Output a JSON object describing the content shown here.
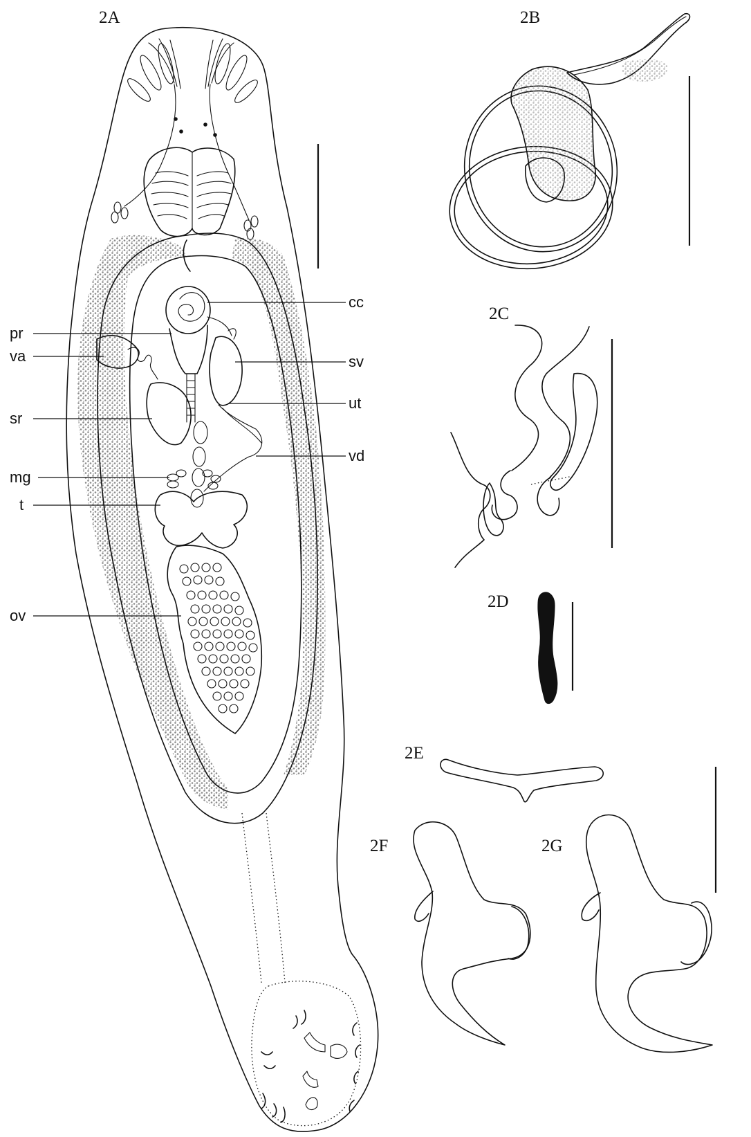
{
  "figure_labels": {
    "a": "2A",
    "b": "2B",
    "c": "2C",
    "d": "2D",
    "e": "2E",
    "f": "2F",
    "g": "2G"
  },
  "structure_labels": {
    "cc": "cc",
    "pr": "pr",
    "va": "va",
    "sv": "sv",
    "ut": "ut",
    "sr": "sr",
    "vd": "vd",
    "mg": "mg",
    "t": "t",
    "ov": "ov"
  },
  "colors": {
    "ink": "#111111",
    "background": "#ffffff",
    "stipple": "#8a8a8a"
  }
}
